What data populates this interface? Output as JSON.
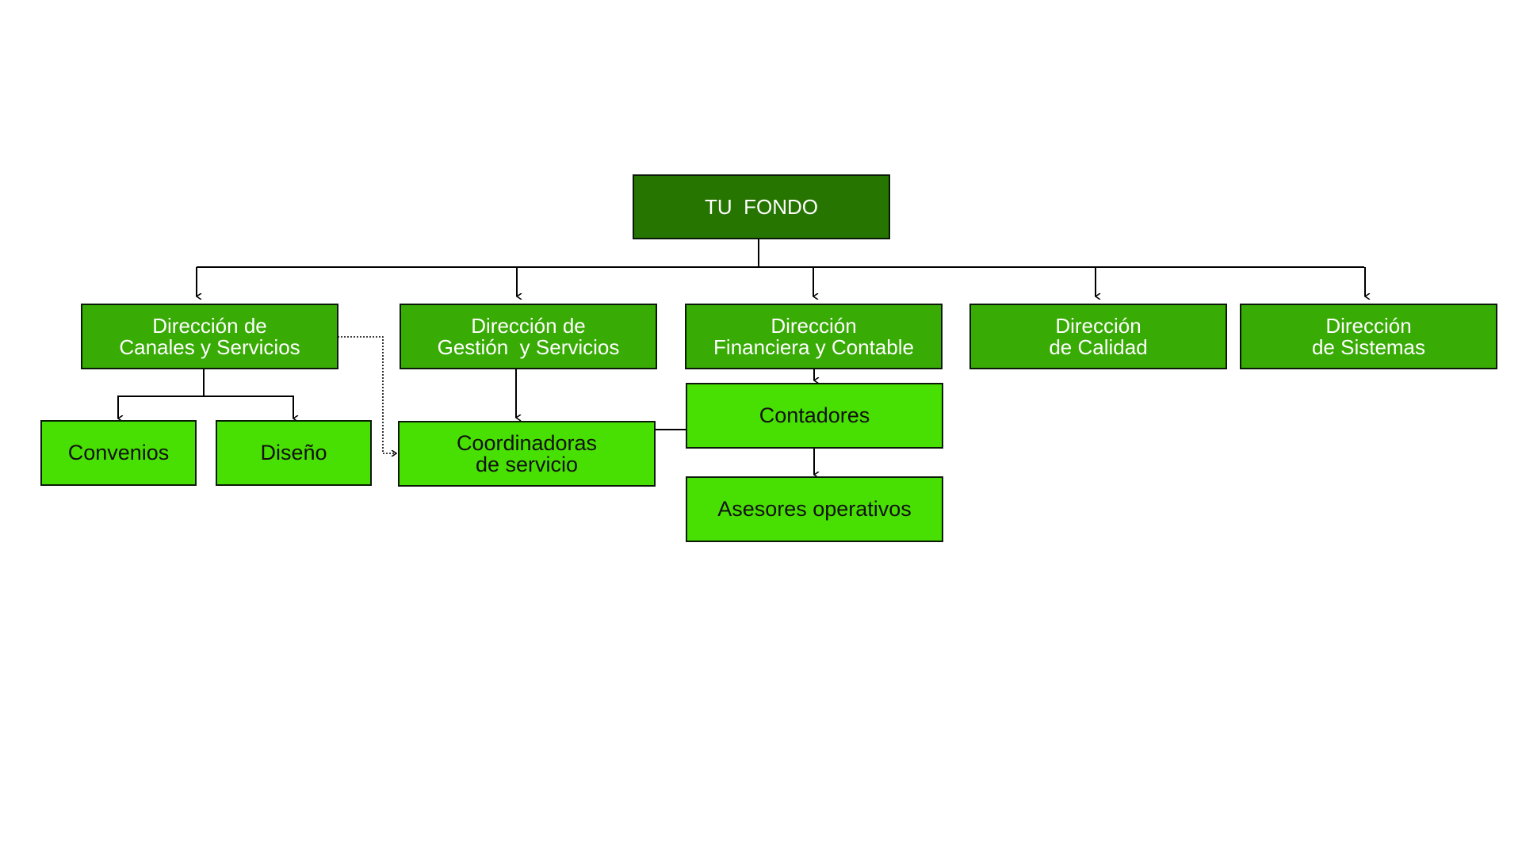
{
  "colors": {
    "root_fill": "#267500",
    "department_fill": "#38ab05",
    "unit_fill": "#48e002",
    "border": "#0b1a08",
    "connector": "#000000"
  },
  "root": {
    "label": "TU  FONDO"
  },
  "departments": {
    "canales": {
      "line1": "Dirección de",
      "line2": "Canales y Servicios"
    },
    "gestion": {
      "line1": "Dirección de",
      "line2": "Gestión  y Servicios"
    },
    "financiera": {
      "line1": "Dirección",
      "line2": "Financiera y Contable"
    },
    "calidad": {
      "line1": "Dirección",
      "line2": "de Calidad"
    },
    "sistemas": {
      "line1": "Dirección",
      "line2": "de Sistemas"
    }
  },
  "units": {
    "convenios": {
      "label": "Convenios"
    },
    "diseno": {
      "label": "Diseño"
    },
    "coordinadoras": {
      "line1": "Coordinadoras",
      "line2": "de servicio"
    },
    "contadores": {
      "label": "Contadores"
    },
    "asesores": {
      "label": "Asesores operativos"
    }
  }
}
